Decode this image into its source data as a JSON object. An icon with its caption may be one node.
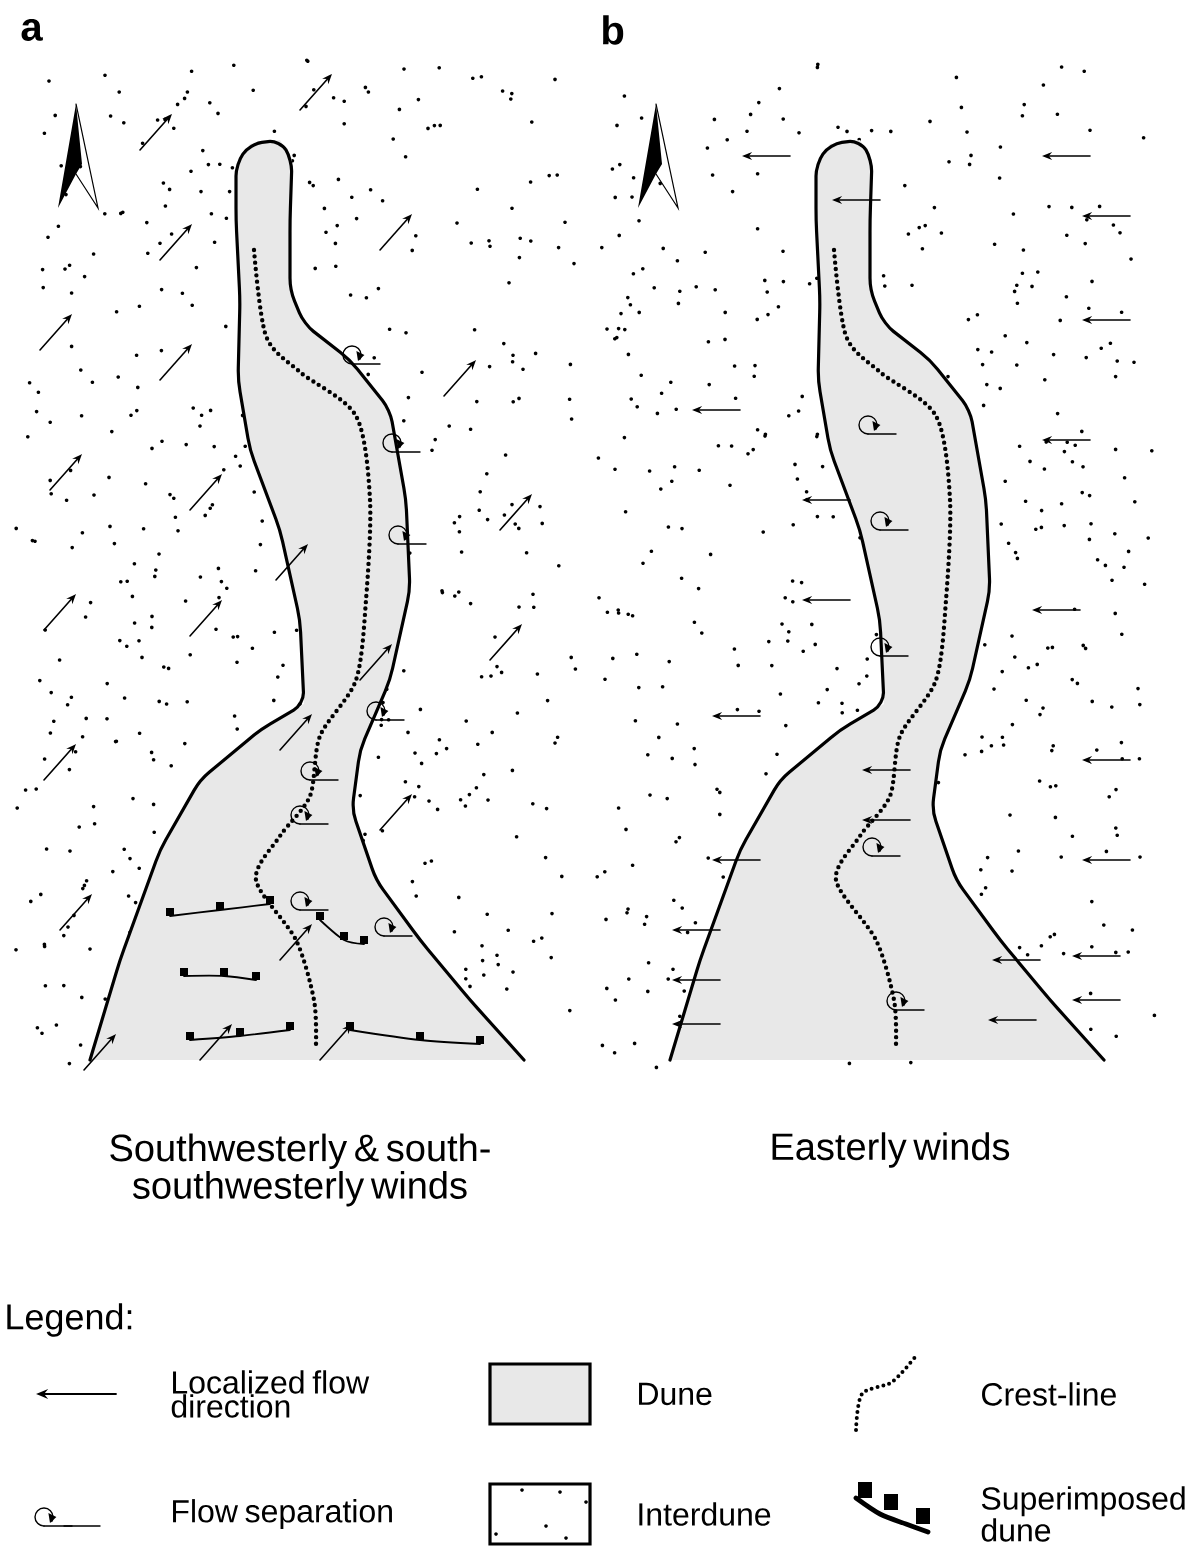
{
  "diagram": {
    "labels": [
      "a",
      "b",
      "Southwesterly & south-southwesterly winds",
      "Easterly winds",
      "Legend:"
    ],
    "legend": [
      {
        "text": "Localized flow direction"
      },
      {
        "text": "Dune"
      },
      {
        "text": "Crest-line"
      },
      {
        "text": "Flow separation"
      },
      {
        "text": "Interdune"
      },
      {
        "text": "Superimposed dune"
      }
    ]
  }
}
